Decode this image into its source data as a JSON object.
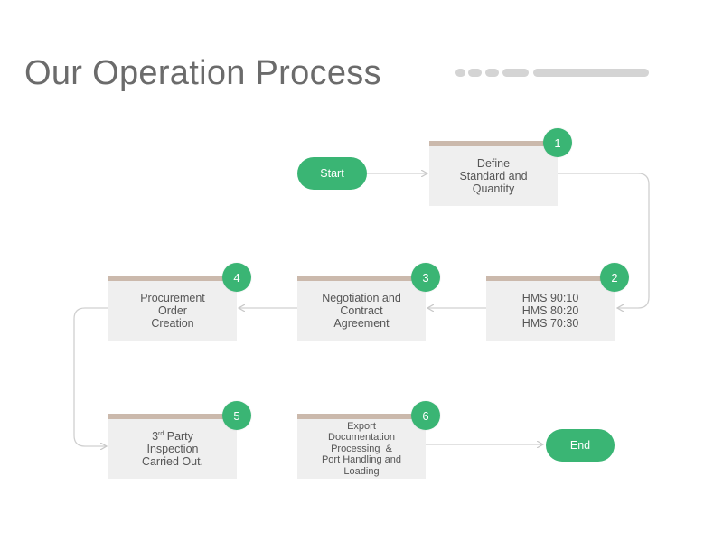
{
  "header": {
    "title": "Our Operation Process",
    "decoration_color": "#d4d4d4"
  },
  "start_label": "Start",
  "end_label": "End",
  "steps": [
    {
      "number": "1",
      "lines": [
        "Define",
        "Standard and",
        "Quantity"
      ]
    },
    {
      "number": "2",
      "lines": [
        "HMS 90:10",
        "HMS 80:20",
        "HMS 70:30"
      ]
    },
    {
      "number": "3",
      "lines": [
        "Negotiation and",
        "Contract",
        "Agreement"
      ]
    },
    {
      "number": "4",
      "lines": [
        "Procurement",
        "Order",
        "Creation"
      ]
    },
    {
      "number": "5",
      "ordinal_num": "3",
      "ordinal_suffix": "rd",
      "rest": "Party",
      "lines": [
        "",
        "Inspection",
        "Carried Out."
      ]
    },
    {
      "number": "6",
      "lines": [
        "Export",
        "Documentation",
        "Processing  &",
        "Port Handling and",
        "Loading"
      ]
    }
  ],
  "colors": {
    "accent": "#3ab574",
    "box_fill": "#efefef",
    "box_top": "#cbb9ac",
    "connector": "#d0d0d0",
    "title_text": "#6b6b6b",
    "box_text": "#555555"
  }
}
